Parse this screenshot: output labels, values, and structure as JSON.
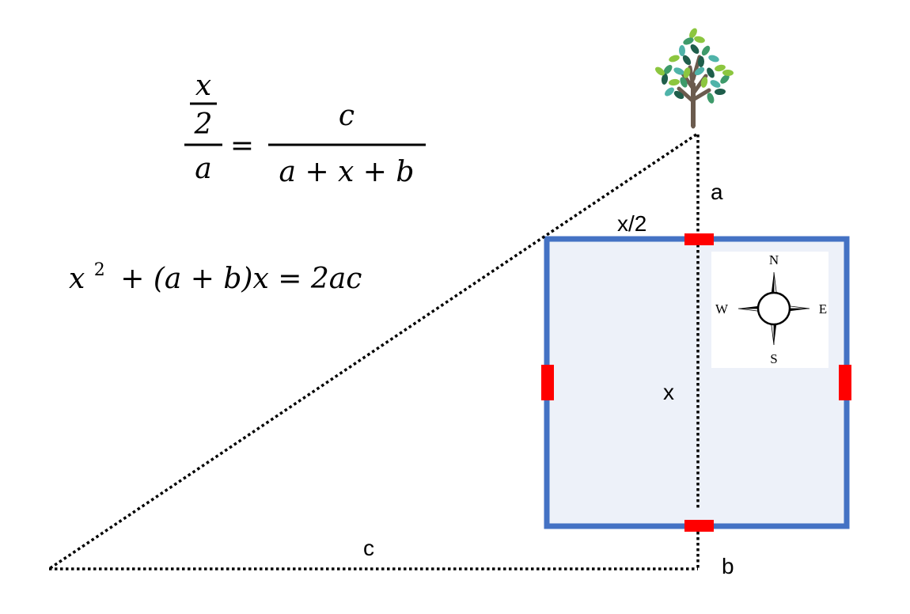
{
  "equations": {
    "eq1": {
      "lhs_num_num": "x",
      "lhs_num_den": "2",
      "lhs_den": "a",
      "equals": "=",
      "rhs_num": "c",
      "rhs_den": "a + x + b"
    },
    "eq2": {
      "x": "x",
      "exp": "2",
      "rest": "+ (a + b)x = 2ac"
    }
  },
  "labels": {
    "a": "a",
    "x_half": "x/2",
    "x": "x",
    "c": "c",
    "b": "b"
  },
  "compass": {
    "n": "N",
    "s": "S",
    "e": "E",
    "w": "W"
  },
  "colors": {
    "square_border": "#4472C4",
    "square_fill": "#EDF1F9",
    "gate": "#FF0000",
    "dotted_line": "#000000",
    "tree_trunk": "#6B5B4E",
    "leaf_dark": "#1F5E4B",
    "leaf_mid": "#3E9A6A",
    "leaf_light": "#8CC63F",
    "leaf_teal": "#4FB3A9"
  },
  "icons": [
    "tree-icon",
    "compass-rose-icon"
  ]
}
